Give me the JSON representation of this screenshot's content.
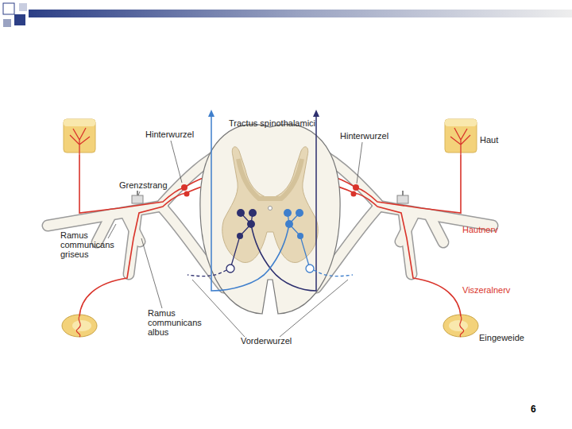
{
  "diagram": {
    "labels": [
      "Tractus spinothalamici",
      "Hinterwurzel",
      "Hinterwurzel",
      "Haut",
      "Grenzstrang",
      "Ramus communicans griseus",
      "Hautnerv",
      "Ramus communicans albus",
      "Viszeralnerv",
      "Vorderwurzel",
      "Eingeweide",
      "6"
    ]
  }
}
